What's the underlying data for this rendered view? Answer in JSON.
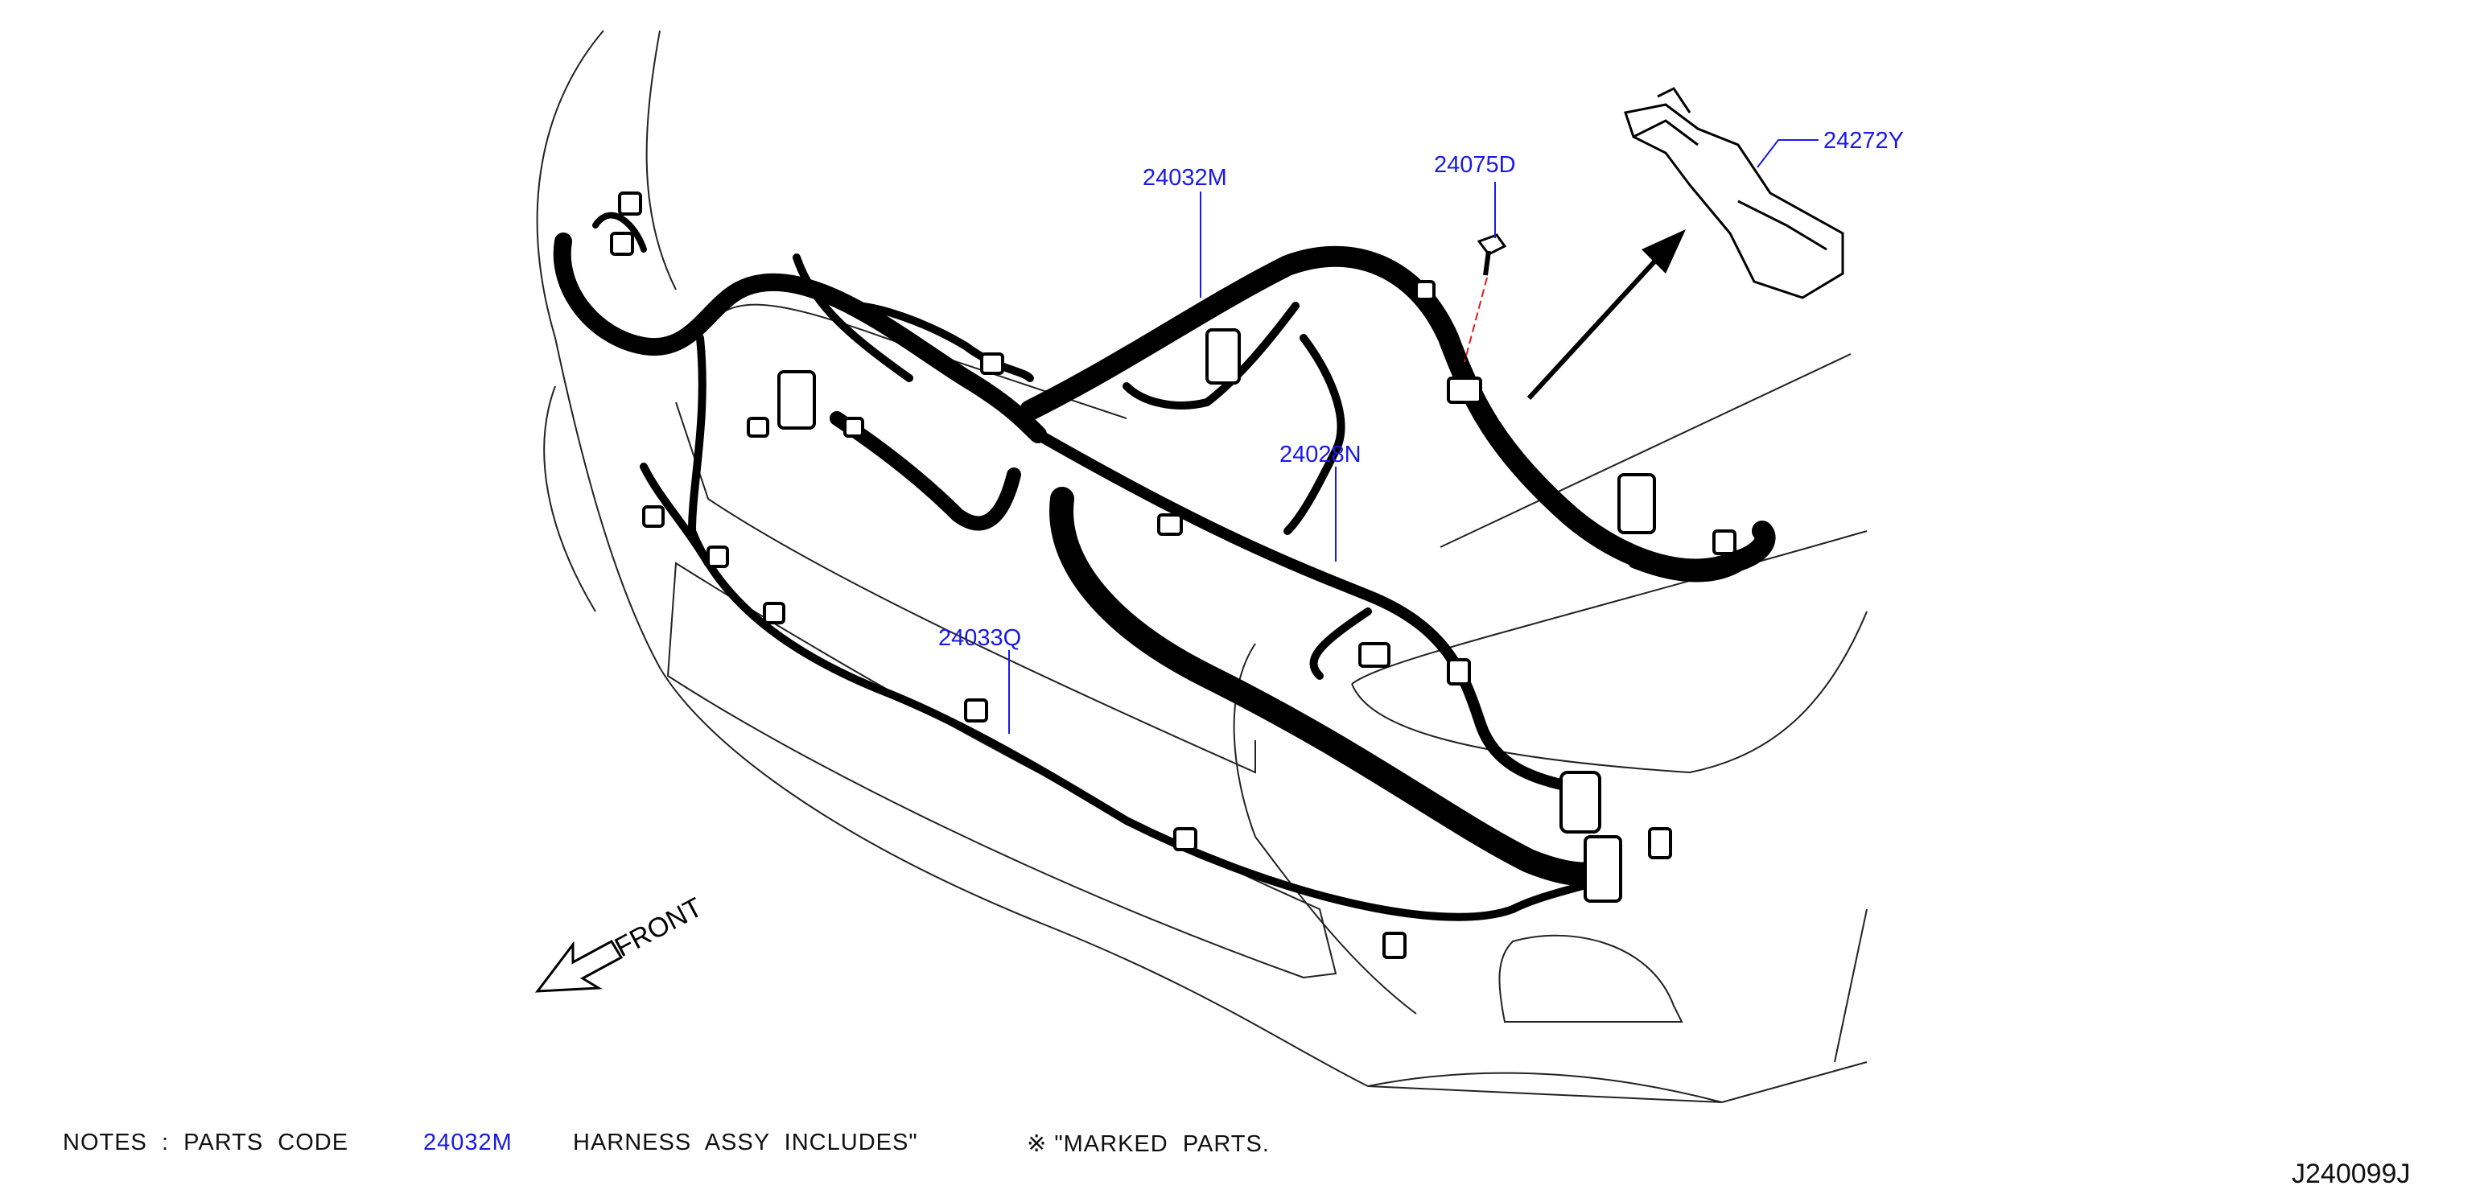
{
  "labels": {
    "main_harness": "24032M",
    "bolt": "24075D",
    "bracket": "24272Y",
    "sub_harness_n": "24028N",
    "sub_harness_q": "24033Q"
  },
  "front_indicator": "FRONT",
  "notes": {
    "prefix": "NOTES  :  PARTS  CODE",
    "code": "24032M",
    "middle": "HARNESS  ASSY  INCLUDES\"",
    "suffix": "※ \"MARKED  PARTS."
  },
  "diagram_id": "J240099J",
  "colors": {
    "part_number": "#1a1ae6",
    "harness": "#000000",
    "outline": "#222222",
    "centerline": "#e01a1a"
  },
  "icons": [
    "front-arrow-icon",
    "direction-arrow-icon",
    "marked-parts-icon"
  ]
}
